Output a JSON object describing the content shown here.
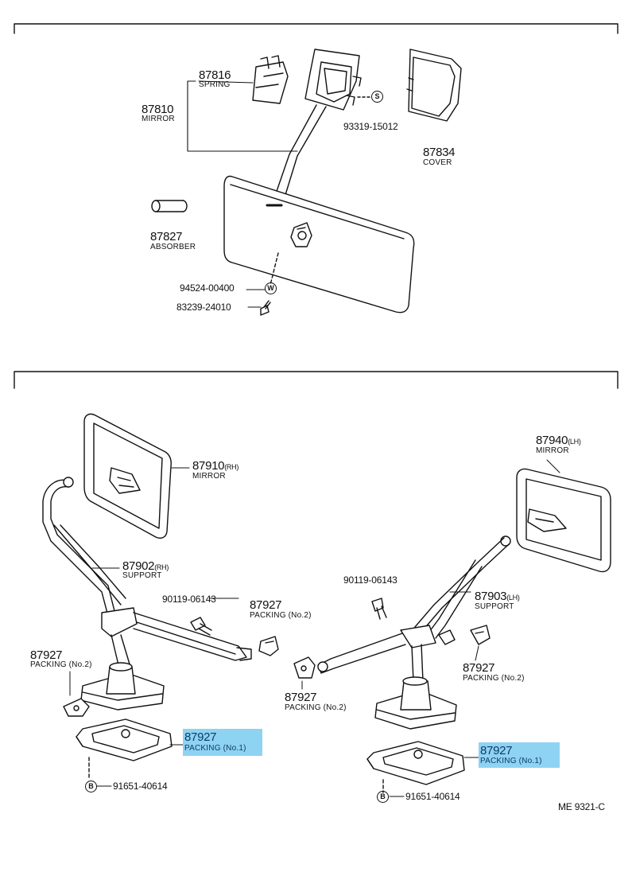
{
  "rear_view": {
    "spring": {
      "num": "87816",
      "name": "SPRING"
    },
    "mirror": {
      "num": "87810",
      "name": "MIRROR"
    },
    "screw": {
      "num": "93319-15012",
      "marker": "S"
    },
    "cover": {
      "num": "87834",
      "name": "COVER"
    },
    "absorber": {
      "num": "87827",
      "name": "ABSORBER"
    },
    "washer": {
      "num": "94524-00400",
      "marker": "W"
    },
    "bolt": {
      "num": "83239-24010"
    }
  },
  "outer_mirrors": {
    "rh_mirror": {
      "num": "87910",
      "suffix": "(RH)",
      "name": "MIRROR"
    },
    "rh_support": {
      "num": "87902",
      "suffix": "(RH)",
      "name": "SUPPORT"
    },
    "rh_bolt": {
      "num": "90119-06143"
    },
    "rh_packing2_right": {
      "num": "87927",
      "name": "PACKING (No.2)"
    },
    "rh_packing2_left": {
      "num": "87927",
      "name": "PACKING (No.2)"
    },
    "rh_packing1": {
      "num": "87927",
      "name": "PACKING (No.1)"
    },
    "rh_base_bolt": {
      "num": "91651-40614",
      "marker": "B"
    },
    "lh_mirror": {
      "num": "87940",
      "suffix": "(LH)",
      "name": "MIRROR"
    },
    "lh_support": {
      "num": "87903",
      "suffix": "(LH)",
      "name": "SUPPORT"
    },
    "lh_bolt": {
      "num": "90119-06143"
    },
    "lh_packing2_right": {
      "num": "87927",
      "name": "PACKING (No.2)"
    },
    "lh_packing2_left": {
      "num": "87927",
      "name": "PACKING (No.2)"
    },
    "lh_packing1": {
      "num": "87927",
      "name": "PACKING (No.1)"
    },
    "lh_base_bolt": {
      "num": "91651-40614",
      "marker": "B"
    }
  },
  "footer": {
    "code": "ME  9321-C"
  },
  "colors": {
    "ink": "#111111",
    "highlight": "#8fd3f3",
    "highlight_text": "#0d3b66"
  }
}
